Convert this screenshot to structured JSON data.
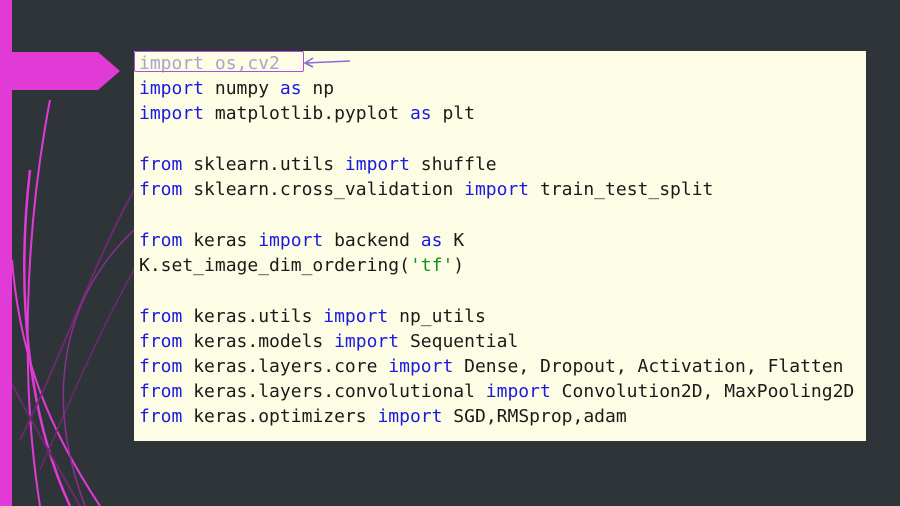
{
  "theme": {
    "background": "#2e3438",
    "accent": "#e23ad6",
    "panel_bg": "#fdfde6",
    "keyword_color": "#1a1ae0",
    "string_color": "#14901f",
    "highlight_color": "#b44cd8"
  },
  "code": {
    "line1": {
      "kw1": "import",
      "rest": " os,cv2"
    },
    "line2": {
      "kw1": "import",
      "mid": " numpy ",
      "kw2": "as",
      "rest": " np"
    },
    "line3": {
      "kw1": "import",
      "mid": " matplotlib.pyplot ",
      "kw2": "as",
      "rest": " plt"
    },
    "line5": {
      "kw1": "from",
      "mid": " sklearn.utils ",
      "kw2": "import",
      "rest": " shuffle"
    },
    "line6": {
      "kw1": "from",
      "mid": " sklearn.cross_validation ",
      "kw2": "import",
      "rest": " train_test_split"
    },
    "line8": {
      "kw1": "from",
      "mid": " keras ",
      "kw2": "import",
      "mid2": " backend ",
      "kw3": "as",
      "rest": " K"
    },
    "line9": {
      "pre": "K.set_image_dim_ordering(",
      "str": "'tf'",
      "post": ")"
    },
    "line11": {
      "kw1": "from",
      "mid": " keras.utils ",
      "kw2": "import",
      "rest": " np_utils"
    },
    "line12": {
      "kw1": "from",
      "mid": " keras.models ",
      "kw2": "import",
      "rest": " Sequential"
    },
    "line13": {
      "kw1": "from",
      "mid": " keras.layers.core ",
      "kw2": "import",
      "rest": " Dense, Dropout, Activation, Flatten"
    },
    "line14": {
      "kw1": "from",
      "mid": " keras.layers.convolutional ",
      "kw2": "import",
      "rest": " Convolution2D, MaxPooling2D"
    },
    "line15": {
      "kw1": "from",
      "mid": " keras.optimizers ",
      "kw2": "import",
      "rest": " SGD,RMSprop,adam"
    }
  }
}
